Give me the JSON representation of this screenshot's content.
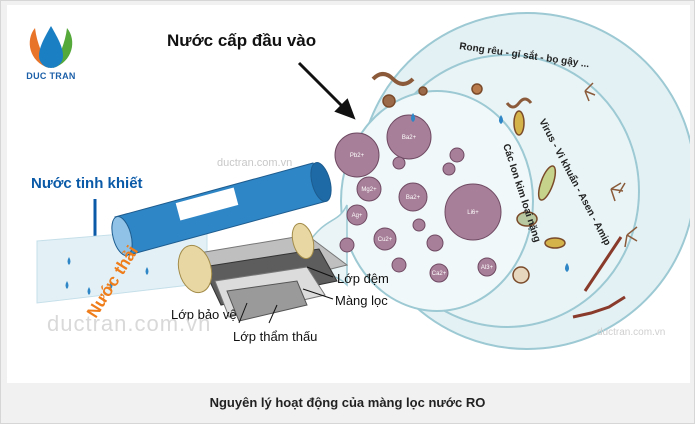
{
  "brand": {
    "name": "DUC TRAN"
  },
  "labels": {
    "feed_water": "Nước cấp đầu vào",
    "pure_water": "Nước tinh khiết",
    "waste_water": "Nước thải",
    "spacer_layer": "Lớp đệm",
    "membrane": "Màng lọc",
    "protective_layer": "Lớp bảo vệ",
    "permeate_layer": "Lớp thẩm thấu"
  },
  "rings": {
    "outer": "Rong rêu - gỉ sắt - bọ gậy ...",
    "middle": "Virus - Vi khuẩn - Asen - Amip",
    "inner": "Các Ion kim loại nặng"
  },
  "ions": [
    "Pb2+",
    "Ba2+",
    "Mg2+",
    "Ba2+",
    "Li6+",
    "Ag+",
    "Cu2+",
    "Ca2+",
    "Al3+"
  ],
  "watermarks": [
    "ductran.com.vn",
    "ductran.com.vn",
    "ductran.com.vn"
  ],
  "caption": "Nguyên lý hoạt động của màng lọc nước RO",
  "colors": {
    "pure_water": "#0a5aa8",
    "waste_water": "#ef7d1a",
    "bubble": "#d9eef2",
    "membrane_tube": "#2f86c6"
  }
}
